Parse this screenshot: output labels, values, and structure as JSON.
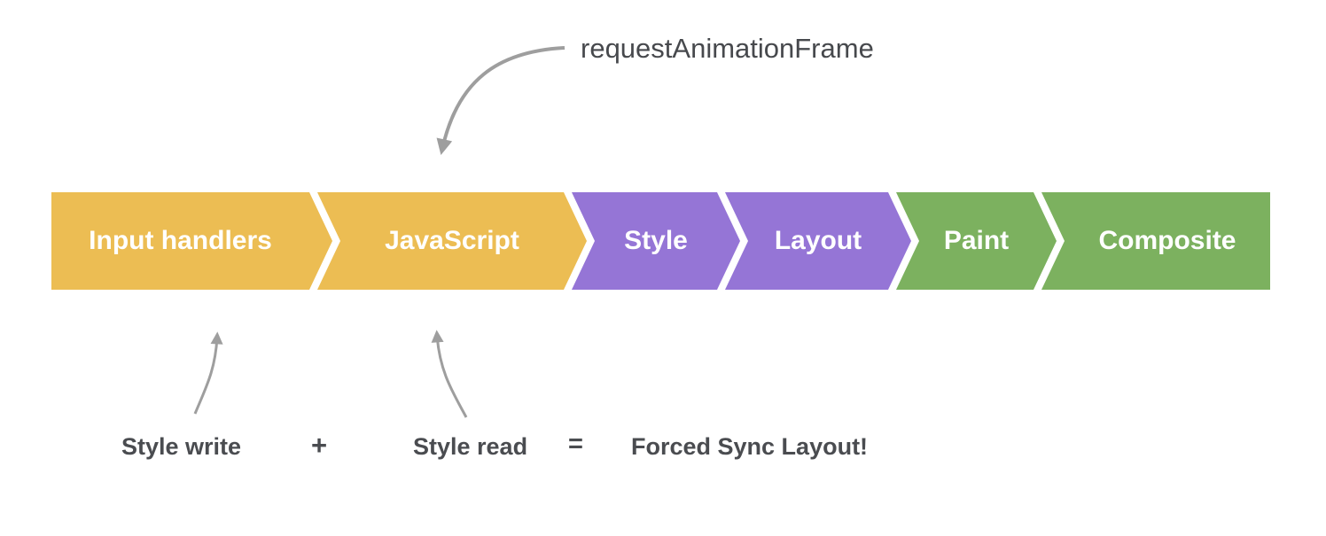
{
  "diagram": {
    "title_hidden": "",
    "pipeline": {
      "segments": [
        {
          "label": "Input handlers",
          "color": "#ECBD53"
        },
        {
          "label": "JavaScript",
          "color": "#ECBD53"
        },
        {
          "label": "Style",
          "color": "#9575D6"
        },
        {
          "label": "Layout",
          "color": "#9575D6"
        },
        {
          "label": "Paint",
          "color": "#7CB15F"
        },
        {
          "label": "Composite",
          "color": "#7CB15F"
        }
      ]
    },
    "annotations": {
      "raf_label": "requestAnimationFrame",
      "style_write": "Style write",
      "plus": "+",
      "style_read": "Style read",
      "equals": "=",
      "forced_sync": "Forced Sync Layout!"
    },
    "colors": {
      "background": "#FFFFFF",
      "segment_text": "#FFFFFF",
      "annotation_text": "#4A4C50",
      "arrow": "#9E9E9E"
    }
  }
}
